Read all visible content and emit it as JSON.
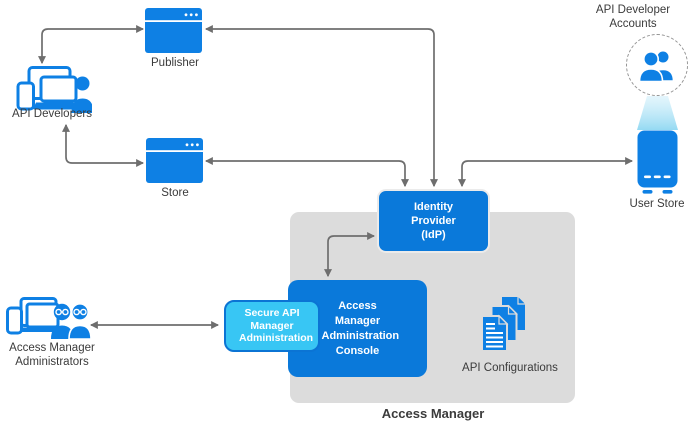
{
  "colors": {
    "primary_blue": "#0a79da",
    "icon_blue": "#0e80e4",
    "cyan_fill": "#38c6f4",
    "cyan_border": "#0b74d4",
    "container_gray": "#dcdcdc",
    "idp_border": "#ebebeb",
    "arrow_gray": "#6e6e6e",
    "label_text": "#3b3b3b"
  },
  "nodes": {
    "publisher": {
      "label": "Publisher"
    },
    "store": {
      "label": "Store"
    },
    "api_developers": {
      "label": "API Developers"
    },
    "api_developer_accounts": {
      "label": "API Developer Accounts"
    },
    "user_store": {
      "label": "User Store"
    },
    "identity_provider": {
      "label": "Identity Provider (IdP)"
    },
    "secure_api_manager_administration": {
      "label": "Secure API Manager Administration"
    },
    "access_manager_administration_console": {
      "label": "Access Manager Administration Console"
    },
    "api_configurations": {
      "label": "API Configurations"
    },
    "access_manager_administrators": {
      "label": "Access Manager Administrators"
    },
    "access_manager": {
      "label": "Access Manager"
    }
  },
  "connections": [
    {
      "from": "API Developers",
      "to": "Publisher",
      "arrows": "both"
    },
    {
      "from": "API Developers",
      "to": "Store",
      "arrows": "both"
    },
    {
      "from": "Publisher",
      "to": "Identity Provider (IdP)",
      "arrows": "both"
    },
    {
      "from": "Store",
      "to": "Identity Provider (IdP)",
      "arrows": "both"
    },
    {
      "from": "User Store",
      "to": "Identity Provider (IdP)",
      "arrows": "both"
    },
    {
      "from": "Identity Provider (IdP)",
      "to": "Access Manager Administration Console",
      "arrows": "both"
    },
    {
      "from": "Access Manager Administrators",
      "to": "Secure API Manager Administration",
      "arrows": "both"
    },
    {
      "from": "API Developer Accounts",
      "to": "User Store",
      "arrows": "projection"
    }
  ]
}
